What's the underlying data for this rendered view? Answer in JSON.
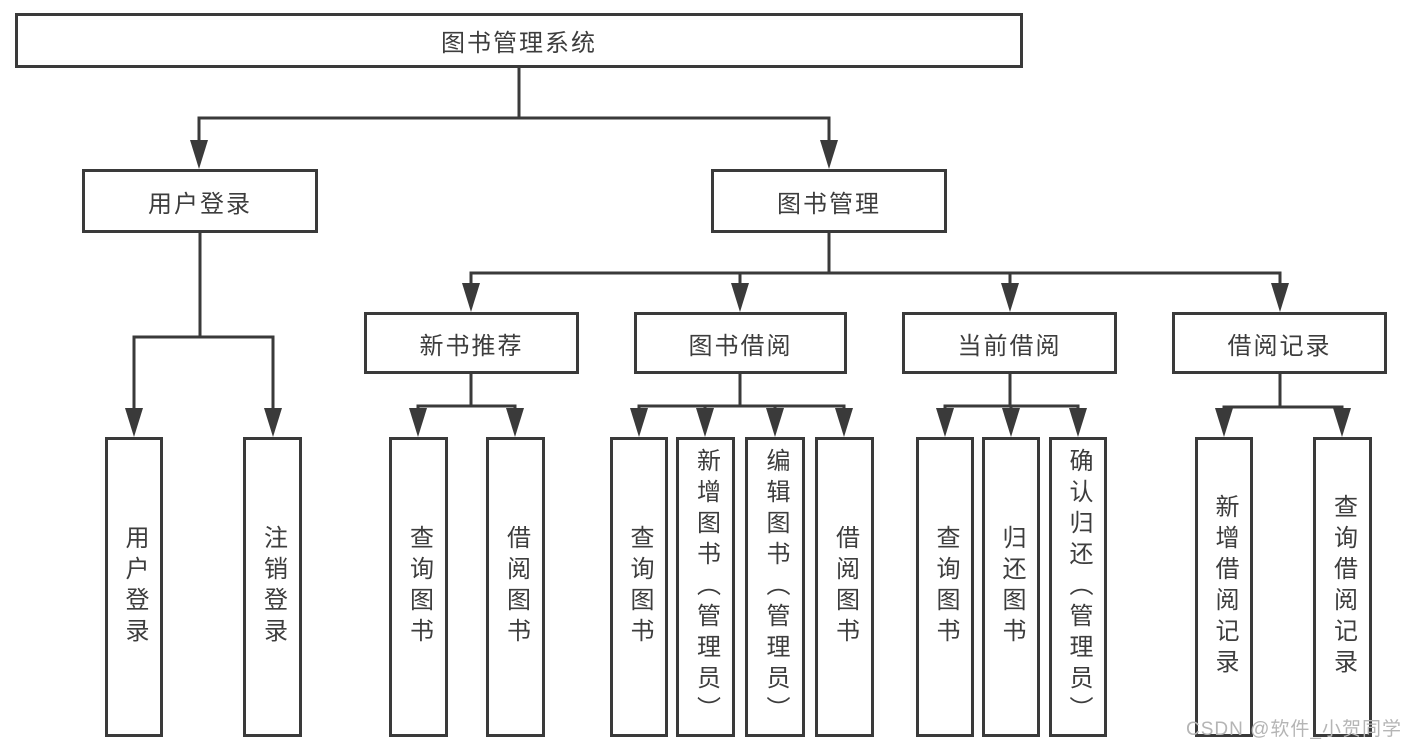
{
  "diagram": {
    "root": {
      "label": "图书管理系统"
    },
    "level2": [
      {
        "label": "用户登录",
        "parent": "图书管理系统"
      },
      {
        "label": "图书管理",
        "parent": "图书管理系统"
      }
    ],
    "level3": [
      {
        "label": "新书推荐",
        "parent": "图书管理"
      },
      {
        "label": "图书借阅",
        "parent": "图书管理"
      },
      {
        "label": "当前借阅",
        "parent": "图书管理"
      },
      {
        "label": "借阅记录",
        "parent": "图书管理"
      }
    ],
    "leaves": [
      {
        "label": "用户登录",
        "parent": "用户登录"
      },
      {
        "label": "注销登录",
        "parent": "用户登录"
      },
      {
        "label": "查询图书",
        "parent": "新书推荐"
      },
      {
        "label": "借阅图书",
        "parent": "新书推荐"
      },
      {
        "label": "查询图书",
        "parent": "图书借阅"
      },
      {
        "label": "新增图书（管理员）",
        "parent": "图书借阅"
      },
      {
        "label": "编辑图书（管理员）",
        "parent": "图书借阅"
      },
      {
        "label": "借阅图书",
        "parent": "图书借阅"
      },
      {
        "label": "查询图书",
        "parent": "当前借阅"
      },
      {
        "label": "归还图书",
        "parent": "当前借阅"
      },
      {
        "label": "确认归还（管理员）",
        "parent": "当前借阅"
      },
      {
        "label": "新增借阅记录",
        "parent": "借阅记录"
      },
      {
        "label": "查询借阅记录",
        "parent": "借阅记录"
      }
    ]
  },
  "watermark": {
    "text": "CSDN @软件_小贺同学"
  },
  "colors": {
    "line": "#3a3a3a",
    "text": "#3d3d3d",
    "box_background": "#ffffff",
    "watermark": "#b5b5b5",
    "background": "#ffffff"
  }
}
